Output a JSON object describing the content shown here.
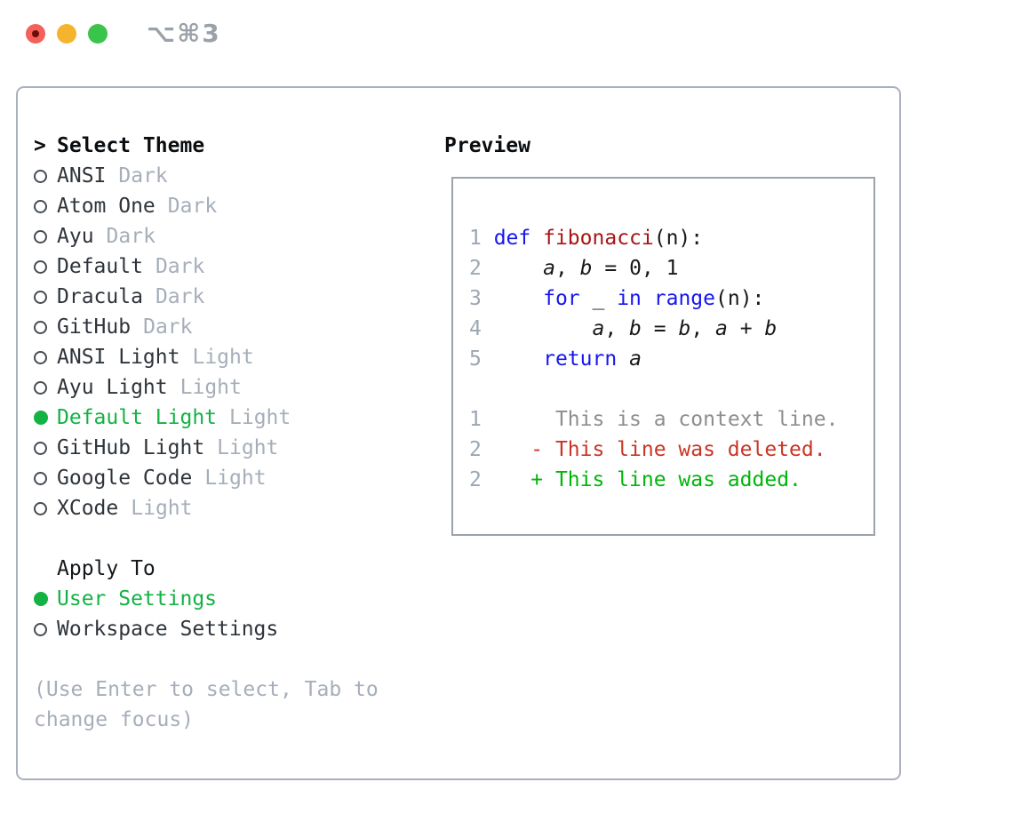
{
  "window": {
    "title": "⌥⌘3"
  },
  "titlebar": {
    "buttons": [
      {
        "name": "close"
      },
      {
        "name": "minimize"
      },
      {
        "name": "zoom"
      }
    ]
  },
  "theme_list": {
    "prefix": ">",
    "header": "Select Theme",
    "items": [
      {
        "name": "ANSI",
        "variant": "Dark",
        "selected": false
      },
      {
        "name": "Atom One",
        "variant": "Dark",
        "selected": false
      },
      {
        "name": "Ayu",
        "variant": "Dark",
        "selected": false
      },
      {
        "name": "Default",
        "variant": "Dark",
        "selected": false
      },
      {
        "name": "Dracula",
        "variant": "Dark",
        "selected": false
      },
      {
        "name": "GitHub",
        "variant": "Dark",
        "selected": false
      },
      {
        "name": "ANSI Light",
        "variant": "Light",
        "selected": false
      },
      {
        "name": "Ayu Light",
        "variant": "Light",
        "selected": false
      },
      {
        "name": "Default Light",
        "variant": "Light",
        "selected": true
      },
      {
        "name": "GitHub Light",
        "variant": "Light",
        "selected": false
      },
      {
        "name": "Google Code",
        "variant": "Light",
        "selected": false
      },
      {
        "name": "XCode",
        "variant": "Light",
        "selected": false
      }
    ]
  },
  "apply_to": {
    "header": "Apply To",
    "options": [
      {
        "label": "User Settings",
        "selected": true
      },
      {
        "label": "Workspace Settings",
        "selected": false
      }
    ]
  },
  "hint": "(Use Enter to select, Tab to change focus)",
  "preview": {
    "title": "Preview",
    "lines": [
      [
        {
          "t": "1 ",
          "c": "num"
        },
        {
          "t": "def",
          "c": "kw"
        },
        {
          "t": " ",
          "c": "plain"
        },
        {
          "t": "fibonacci",
          "c": "fn"
        },
        {
          "t": "(n):",
          "c": "plain"
        }
      ],
      [
        {
          "t": "2",
          "c": "num"
        },
        {
          "t": "     ",
          "c": "plain"
        },
        {
          "t": "a",
          "c": "var"
        },
        {
          "t": ", ",
          "c": "plain"
        },
        {
          "t": "b",
          "c": "var"
        },
        {
          "t": " = 0, 1",
          "c": "plain"
        }
      ],
      [
        {
          "t": "3",
          "c": "num"
        },
        {
          "t": "     ",
          "c": "plain"
        },
        {
          "t": "for",
          "c": "kw"
        },
        {
          "t": " _ ",
          "c": "plain"
        },
        {
          "t": "in",
          "c": "kw"
        },
        {
          "t": " ",
          "c": "plain"
        },
        {
          "t": "range",
          "c": "kw"
        },
        {
          "t": "(n):",
          "c": "plain"
        }
      ],
      [
        {
          "t": "4",
          "c": "num"
        },
        {
          "t": "         ",
          "c": "plain"
        },
        {
          "t": "a",
          "c": "var"
        },
        {
          "t": ", ",
          "c": "plain"
        },
        {
          "t": "b",
          "c": "var"
        },
        {
          "t": " = ",
          "c": "plain"
        },
        {
          "t": "b",
          "c": "var"
        },
        {
          "t": ", ",
          "c": "plain"
        },
        {
          "t": "a",
          "c": "var"
        },
        {
          "t": " + ",
          "c": "plain"
        },
        {
          "t": "b",
          "c": "var"
        }
      ],
      [
        {
          "t": "5",
          "c": "num"
        },
        {
          "t": "     ",
          "c": "plain"
        },
        {
          "t": "return",
          "c": "kw"
        },
        {
          "t": " ",
          "c": "plain"
        },
        {
          "t": "a",
          "c": "var"
        }
      ],
      [],
      [
        {
          "t": "1",
          "c": "num"
        },
        {
          "t": "      ",
          "c": "plain"
        },
        {
          "t": "This is a context line.",
          "c": "ctx"
        }
      ],
      [
        {
          "t": "2",
          "c": "num"
        },
        {
          "t": "    ",
          "c": "plain"
        },
        {
          "t": "- This line was deleted.",
          "c": "del"
        }
      ],
      [
        {
          "t": "2",
          "c": "num"
        },
        {
          "t": "    ",
          "c": "plain"
        },
        {
          "t": "+ This line was added.",
          "c": "add"
        }
      ]
    ]
  },
  "colors": {
    "accent_green": "#13b244",
    "keyword_blue": "#1616ef",
    "function_red": "#a81414",
    "diff_deleted": "#c93526",
    "diff_added": "#00b50a",
    "muted_gray": "#a6aeb9",
    "panel_border": "#aab1bc"
  }
}
